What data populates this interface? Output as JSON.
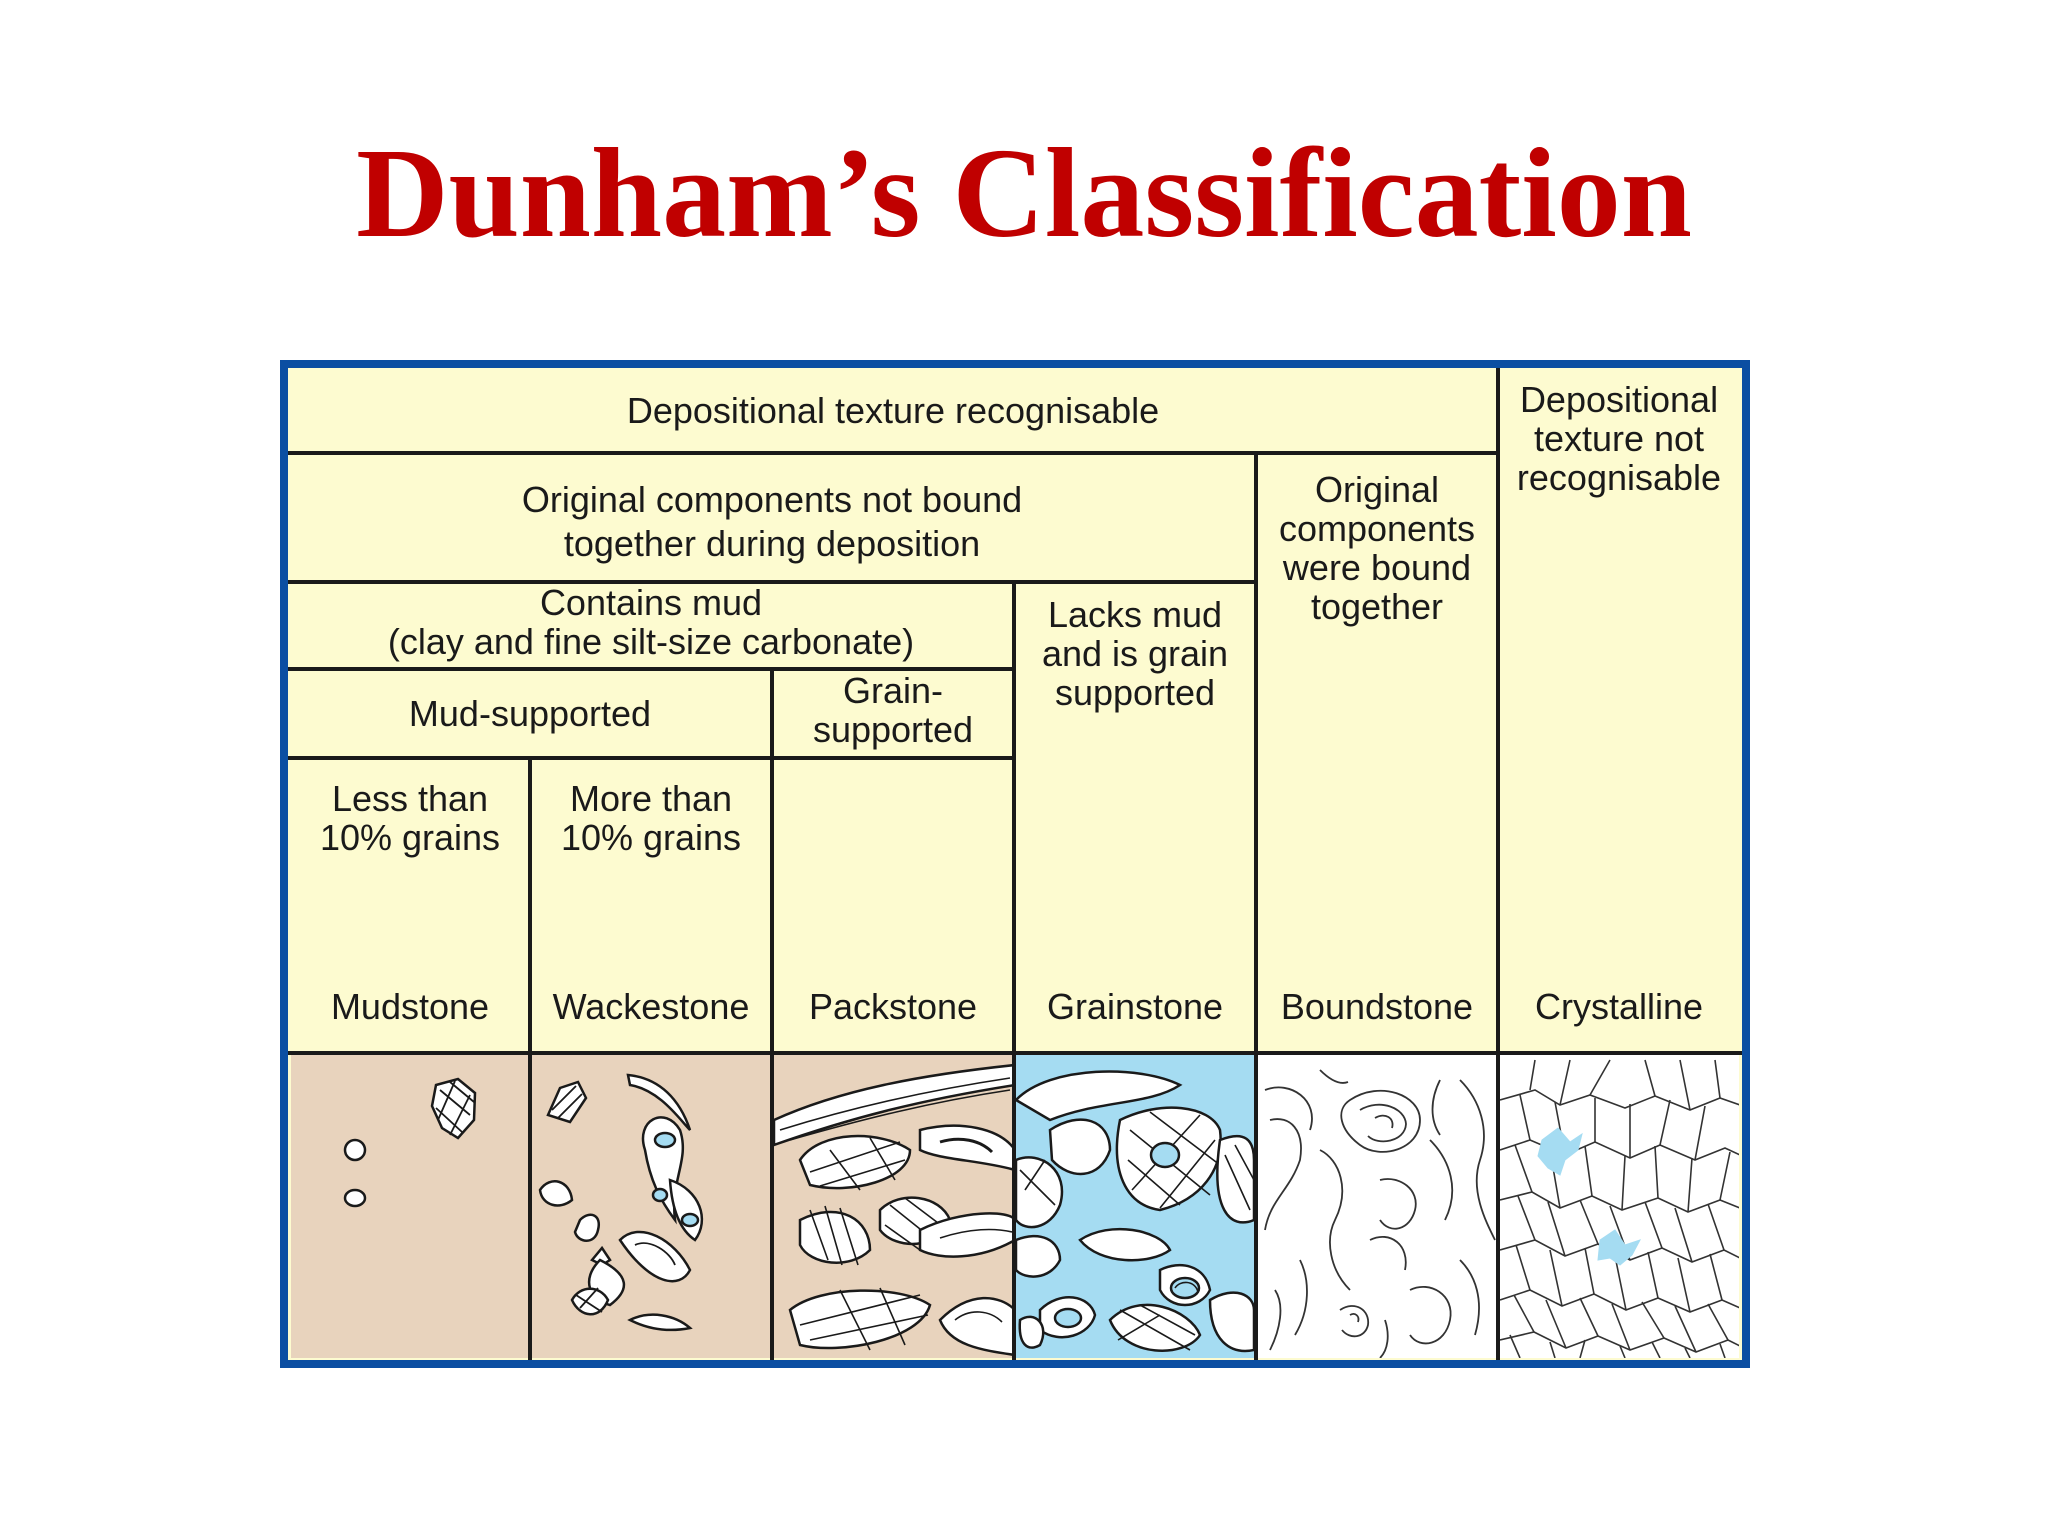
{
  "title": "Dunham’s Classification",
  "colors": {
    "title": "#c00000",
    "frame": "#0b4ea2",
    "cell": "#fdfbd0",
    "mud": "#e8d3bd",
    "spar": "#a5dcf2",
    "line": "#1a1a1a"
  },
  "header": {
    "recognisable": "Depositional texture recognisable",
    "not_recognisable": [
      "Depositional",
      "texture not",
      "recognisable"
    ],
    "not_bound": [
      "Original components not bound",
      "together during deposition"
    ],
    "bound": [
      "Original",
      "components",
      "were bound",
      "together"
    ],
    "contains_mud": [
      "Contains mud",
      "(clay and fine silt-size carbonate)"
    ],
    "lacks_mud": [
      "Lacks mud",
      "and is grain",
      "supported"
    ],
    "mud_supported": "Mud-supported",
    "grain_supported": [
      "Grain-",
      "supported"
    ],
    "less_than": [
      "Less than",
      "10% grains"
    ],
    "more_than": [
      "More than",
      "10% grains"
    ]
  },
  "classes": [
    "Mudstone",
    "Wackestone",
    "Packstone",
    "Grainstone",
    "Boundstone",
    "Crystalline"
  ],
  "textures": [
    "mud-matrix",
    "mud-matrix-grains",
    "packed-grains-with-mud",
    "grains-with-spar-cement",
    "bound-laminae",
    "crystal-mosaic"
  ]
}
